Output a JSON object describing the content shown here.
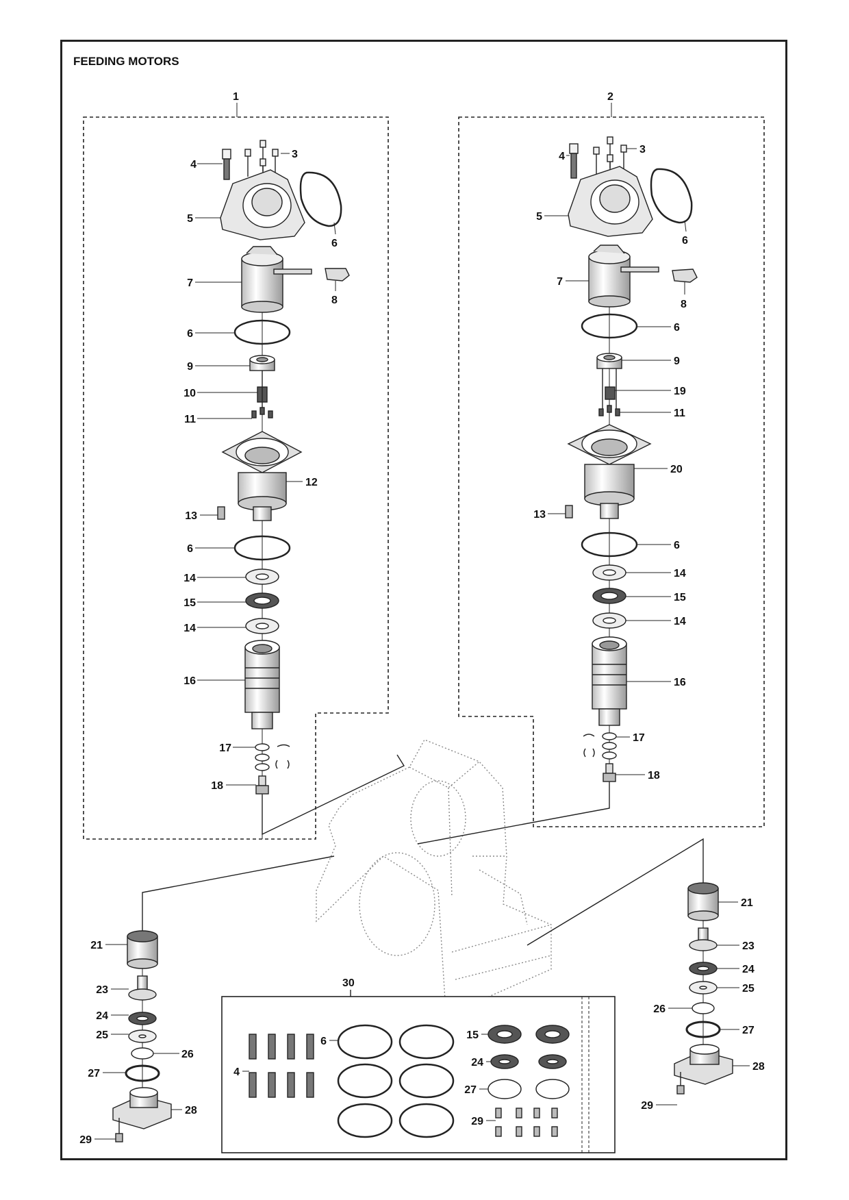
{
  "title": "FEEDING MOTORS",
  "colors": {
    "line": "#222222",
    "part_fill": "#f2f2f2",
    "dark": "#555555",
    "housing": "#888888"
  },
  "callouts": [
    "1",
    "2",
    "3",
    "4",
    "5",
    "6",
    "7",
    "8",
    "9",
    "10",
    "11",
    "12",
    "13",
    "14",
    "15",
    "16",
    "17",
    "18",
    "19",
    "20",
    "21",
    "23",
    "24",
    "25",
    "26",
    "27",
    "28",
    "29",
    "30"
  ]
}
